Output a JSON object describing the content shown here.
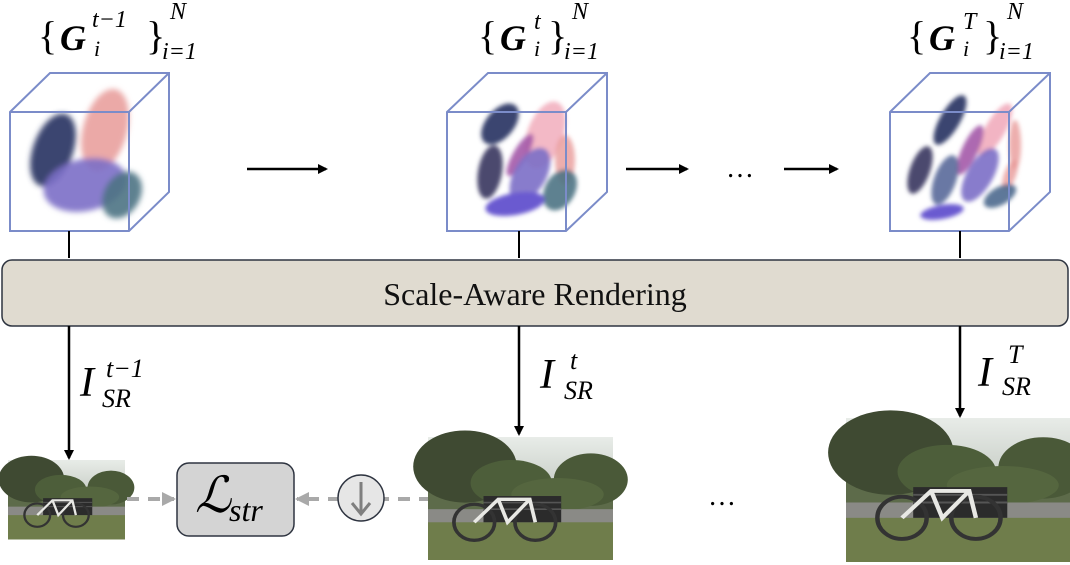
{
  "figure": {
    "stages": [
      {
        "gaussian_label": {
          "symbol": "G",
          "superscript": "t−1",
          "subscript": "i",
          "set_upper": "N",
          "set_lower": "i=1"
        },
        "render_label": {
          "symbol": "I",
          "superscript": "t−1",
          "subscript": "SR"
        }
      },
      {
        "gaussian_label": {
          "symbol": "G",
          "superscript": "t",
          "subscript": "i",
          "set_upper": "N",
          "set_lower": "i=1"
        },
        "render_label": {
          "symbol": "I",
          "superscript": "t",
          "subscript": "SR"
        }
      },
      {
        "gaussian_label": {
          "symbol": "G",
          "superscript": "T",
          "subscript": "i",
          "set_upper": "N",
          "set_lower": "i=1"
        },
        "render_label": {
          "symbol": "I",
          "superscript": "T",
          "subscript": "SR"
        }
      }
    ],
    "renderer_label": "Scale-Aware Rendering",
    "loss_label": {
      "symbol": "ℒ",
      "subscript": "str"
    },
    "downsample_icon": "down-arrow",
    "ellipsis": "…",
    "colors": {
      "cube_stroke": "#7b8cc9",
      "renderer_fill": "#e0dbd0",
      "loss_fill": "#d4d4d4",
      "dashed_arrow": "#a9a9a9",
      "gaussian_navy": "#3b4470",
      "gaussian_salmon": "#e89a98",
      "gaussian_violet": "#7b6fc6",
      "gaussian_teal": "#4e7384",
      "gaussian_magenta": "#a45aa8",
      "gaussian_pink": "#f0a7b8"
    }
  }
}
